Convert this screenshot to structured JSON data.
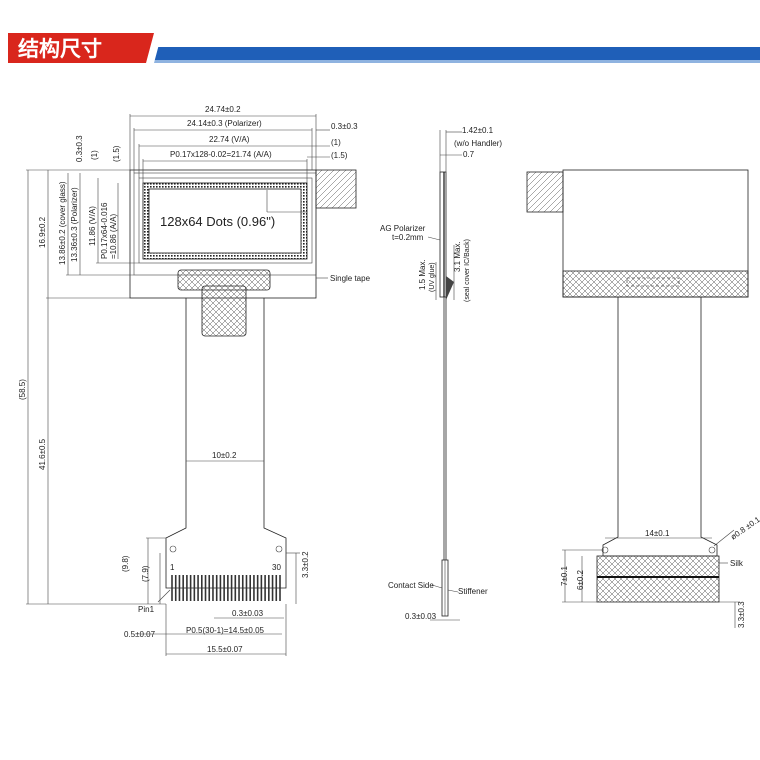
{
  "header": {
    "title": "结构尺寸",
    "accent_color": "#d9261c",
    "bar_color": "#1f5fb8"
  },
  "front": {
    "panel_text": "128x64 Dots (0.96\")",
    "dims": {
      "overall_width": "24.74±0.2",
      "polarizer_width": "24.14±0.3 (Polarizer)",
      "va_width": "22.74 (V/A)",
      "aa_width": "P0.17x128-0.02=21.74 (A/A)",
      "right_offset": "0.3±0.3",
      "one": "(1)",
      "one_five": "(1.5)",
      "top_offset": "0.3±0.3",
      "cover_glass": "13.86±0.2 (cover glass)",
      "polarizer_h": "13.36±0.3 (Polarizer)",
      "va_h": "11.86 (V/A)",
      "aa_h1": "P0.17x64-0.016",
      "aa_h2": "=10.86 (A/A)",
      "overall_h": "16.9±0.2",
      "total": "(58.5)",
      "tail_len": "41.6±0.5",
      "tail_width": "10±0.2",
      "d98": "(9.8)",
      "d79": "(7.9)",
      "d33": "3.3±0.2",
      "pin_a": "1",
      "pin_b": "30",
      "pin1": "Pin1",
      "d03": "0.3±0.03",
      "d05": "0.5±0.07",
      "pitch": "P0.5(30-1)=14.5±0.05",
      "d155": "15.5±0.07"
    },
    "single_tape": "Single tape"
  },
  "side": {
    "thickness": "1.42±0.1",
    "handler": "(w/o Handler)",
    "d07": "0.7",
    "ag_polarizer": "AG Polarizer",
    "ag_t": "t=0.2mm",
    "uv_max": "1.5 Max.",
    "uv_glue": "(UV glue)",
    "seal_max": "3.1 Max.",
    "seal_label": "(seal cover IC/Back)",
    "contact_side": "Contact Side",
    "stiffener": "Stiffener",
    "d03": "0.3±0.03"
  },
  "back": {
    "d14": "14±0.1",
    "hole": "ø0.8 ±0.1",
    "silk": "Silk",
    "d7": "7±0.1",
    "d6": "6±0.2",
    "d33": "3.3±0.3"
  }
}
